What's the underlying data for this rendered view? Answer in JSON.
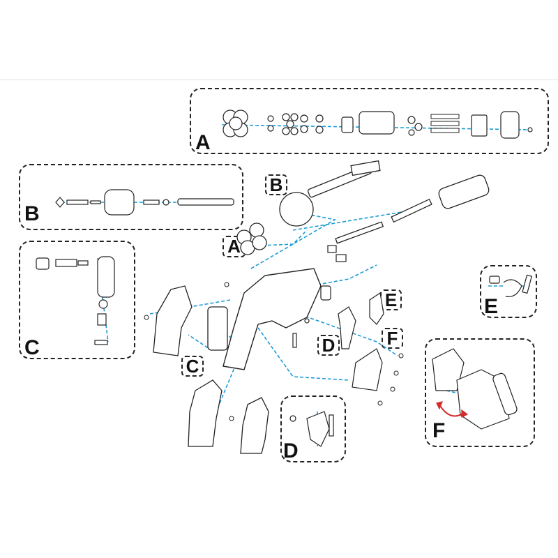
{
  "colors": {
    "leader": "#1a9bd7",
    "outline": "#222222",
    "arrow": "#d42a2a"
  },
  "groups": {
    "A": {
      "box_label": "A",
      "tag_label": "A"
    },
    "B": {
      "box_label": "B",
      "tag_label": "B"
    },
    "C": {
      "box_label": "C",
      "tag_label": "C"
    },
    "D": {
      "box_label": "D",
      "tag_label": "D"
    },
    "E": {
      "box_label": "E",
      "tag_label": "E"
    },
    "F": {
      "box_label": "F",
      "tag_label": "F"
    }
  },
  "icons": [
    "cylinder",
    "barrel",
    "frame",
    "grip",
    "hammer",
    "trigger",
    "spring",
    "screw",
    "rotate-arrow"
  ]
}
